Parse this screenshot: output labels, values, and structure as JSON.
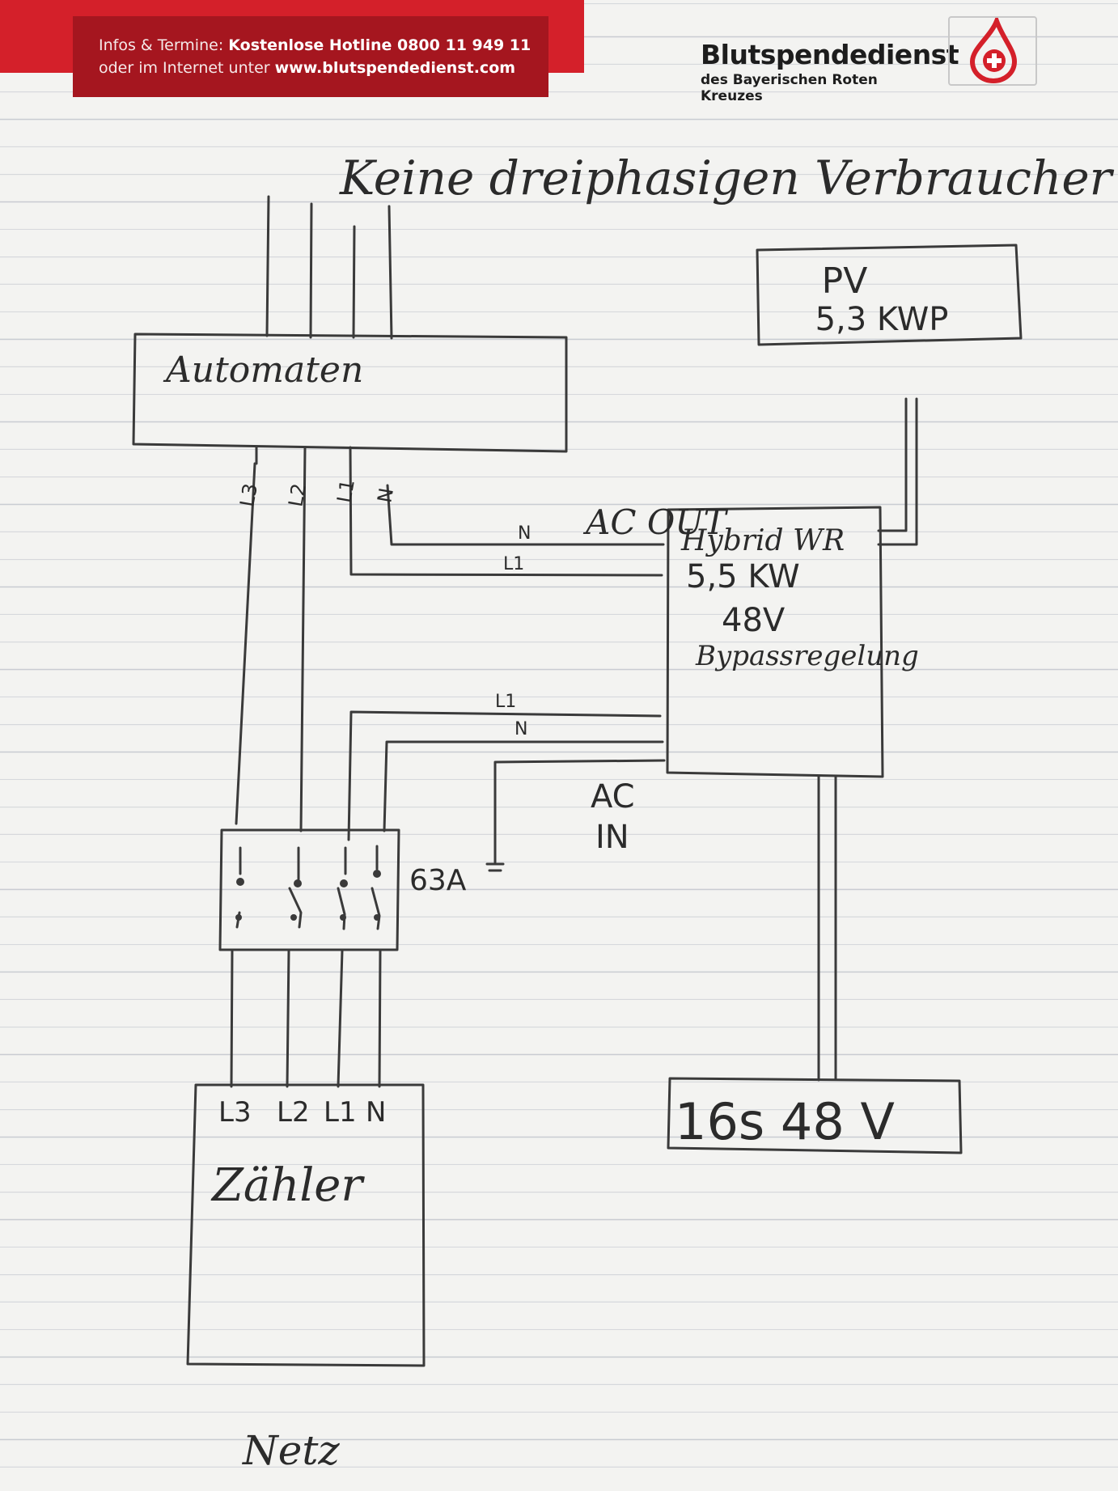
{
  "header": {
    "info_prefix": "Infos & Termine: ",
    "hotline": "Kostenlose Hotline 0800 11 949 11",
    "internet_prefix": "oder im Internet unter ",
    "website": "www.blutspendedienst.com",
    "brand_name": "Blutspendedienst",
    "brand_sub": "des Bayerischen Roten Kreuzes",
    "logo_icon": "blood-drop-cross-icon",
    "colors": {
      "band": "#d4202a",
      "box": "#a5161f",
      "logo": "#d4202a"
    }
  },
  "diagram": {
    "title": "Keine dreiphasigen Verbraucher",
    "automaten": "Automaten",
    "pv_title": "PV",
    "pv_power": "5,3 KWP",
    "inverter": {
      "line1": "Hybrid WR",
      "line2": "5,5 KW",
      "line3": "48V",
      "line4": "Bypassregelung"
    },
    "ac_out": "AC OUT",
    "ac_in_1": "AC",
    "ac_in_2": "IN",
    "top_wire_labels": [
      "L3",
      "L2",
      "L1",
      "N"
    ],
    "out_label_n": "N",
    "out_label_l1": "L1",
    "in_label_l1": "L1",
    "in_label_n": "N",
    "breaker_rating": "63A",
    "meter_terminals": [
      "L3",
      "L2",
      "L1",
      "N"
    ],
    "meter": "Zähler",
    "battery": "16s 48 V",
    "grid": "Netz",
    "ink_color": "#2b2b2b"
  }
}
